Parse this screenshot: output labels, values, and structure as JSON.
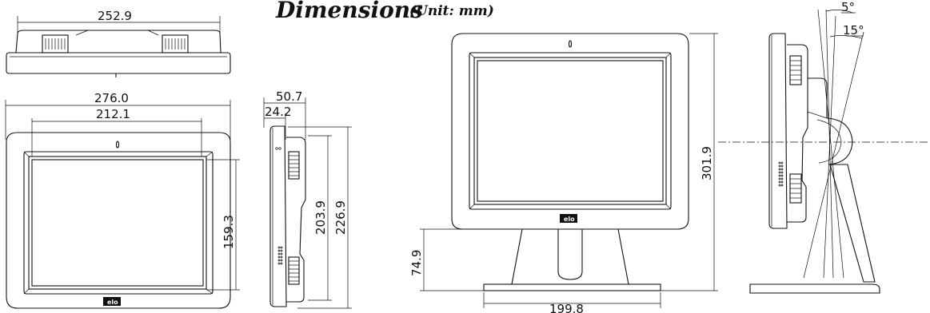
{
  "title": {
    "main": "Dimensions",
    "unit": "(Unit: mm)"
  },
  "top_view": {
    "width": "252.9"
  },
  "front_view": {
    "outer_width": "276.0",
    "screen_width": "212.1",
    "screen_height": "159.3"
  },
  "side_view": {
    "depth_total": "50.7",
    "depth_body": "24.2",
    "height_screen": "203.9",
    "height_total": "226.9"
  },
  "stand_front_view": {
    "total_height": "301.9",
    "stand_height": "74.9",
    "base_width": "199.8"
  },
  "tilt_view": {
    "angle_back": "5°",
    "angle_forward": "15°"
  },
  "logo_text": "elo"
}
